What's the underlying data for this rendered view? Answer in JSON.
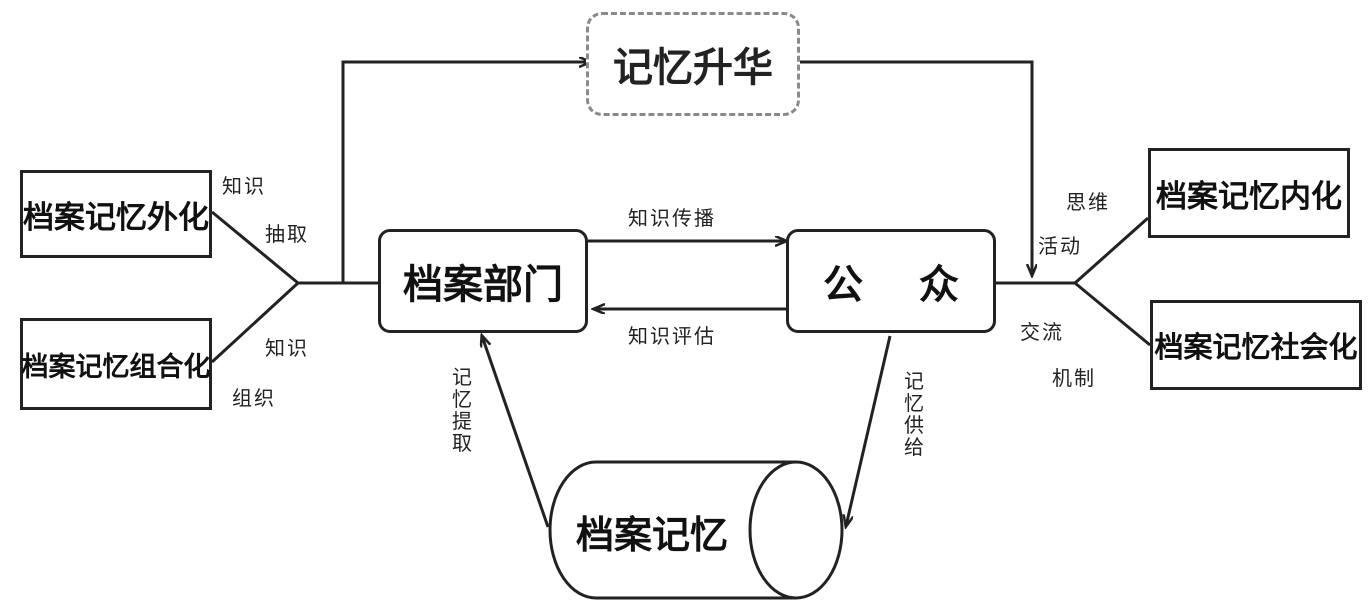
{
  "nodes": {
    "memory_sublimation": "记忆升华",
    "externalization": "档案记忆外化",
    "combination": "档案记忆组合化",
    "archive_department": "档案部门",
    "public": "公    众",
    "internalization": "档案记忆内化",
    "socialization": "档案记忆社会化",
    "archive_memory": "档案记忆"
  },
  "labels": {
    "knowledge_1": "知识",
    "extraction": "抽取",
    "knowledge_2": "知识",
    "organization": "组织",
    "knowledge_dissemination": "知识传播",
    "knowledge_evaluation": "知识评估",
    "memory_retrieval": "记忆提取",
    "memory_supply": "记忆供给",
    "thinking": "思维",
    "activity": "活动",
    "exchange": "交流",
    "mechanism": "机制"
  }
}
